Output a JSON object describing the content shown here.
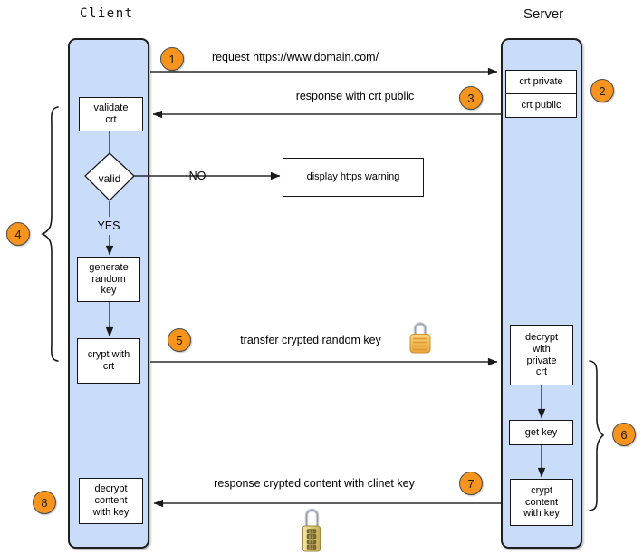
{
  "title": "HTTPS handshake sequence diagram",
  "lanes": {
    "client": "Client",
    "server": "Server"
  },
  "steps": {
    "s1": "1",
    "s2": "2",
    "s3": "3",
    "s4": "4",
    "s5": "5",
    "s6": "6",
    "s7": "7",
    "s8": "8"
  },
  "messages": {
    "m1": "request https://www.domain.com/",
    "m3": "response with crt public",
    "m5": "transfer crypted random key",
    "m7": "response crypted content with clinet key"
  },
  "decision": {
    "label": "valid",
    "no": "NO",
    "yes": "YES"
  },
  "boxes": {
    "validate_crt": "validate\ncrt",
    "generate_random_key": "generate\nrandom\nkey",
    "crypt_with_crt": "crypt with\ncrt",
    "decrypt_content_with_key": "decrypt\ncontent\nwith key",
    "crt_private": "crt private",
    "crt_public": "crt public",
    "decrypt_with_private_crt": "decrypt\nwith\nprivate\ncrt",
    "get_key": "get key",
    "crypt_content_with_key": "crypt\ncontent\nwith key",
    "display_https_warning": "display https warning"
  },
  "icons": {
    "padlock": "closed-gold-padlock",
    "combination_lock": "combination-padlock"
  },
  "colors": {
    "lane_fill": "#c9ddfb",
    "lane_border": "#1f1f1f",
    "step_fill": "#f7941d",
    "step_border": "#4a4a4a",
    "line": "#2b2b2b"
  }
}
